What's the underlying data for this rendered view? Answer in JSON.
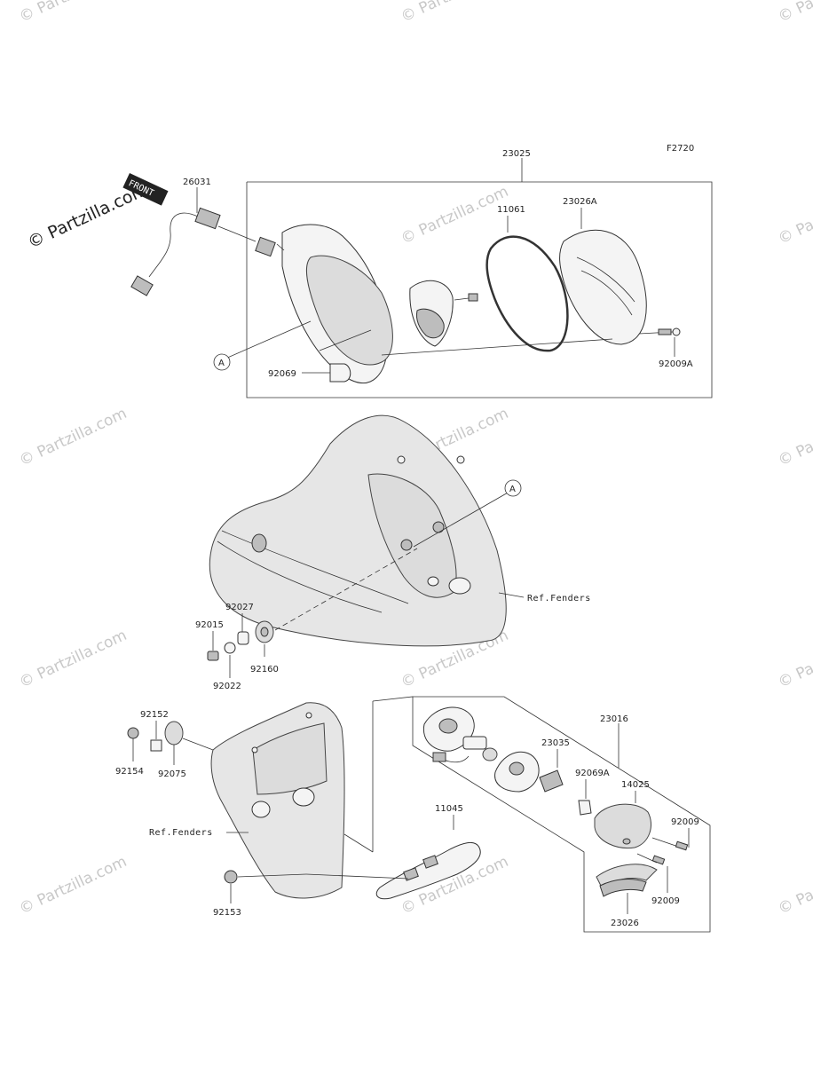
{
  "diagram_code": "F2720",
  "callout_marker": "A",
  "reference_fenders": "Ref.Fenders",
  "front_tag": "FRONT",
  "watermark": "© Partzilla.com",
  "part_numbers": {
    "p23025": "23025",
    "p26031": "26031",
    "p11061": "11061",
    "p23026A": "23026A",
    "p92069": "92069",
    "p92009A": "92009A",
    "p92027": "92027",
    "p92015": "92015",
    "p92160": "92160",
    "p92022": "92022",
    "p92152": "92152",
    "p92154": "92154",
    "p92075": "92075",
    "p23016": "23016",
    "p23035": "23035",
    "p92069A": "92069A",
    "p14025": "14025",
    "p92009_top": "92009",
    "p92009_bottom": "92009",
    "p11045": "11045",
    "p92153": "92153",
    "p23026": "23026"
  }
}
